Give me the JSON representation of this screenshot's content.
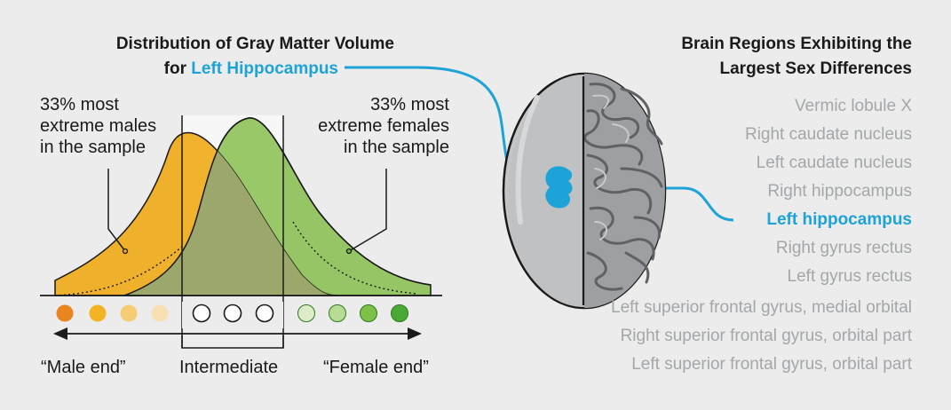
{
  "left_title": {
    "line1": "Distribution of Gray Matter Volume",
    "line2_prefix": "for ",
    "line2_highlight": "Left Hippocampus"
  },
  "right_title": {
    "line1": "Brain Regions Exhibiting the",
    "line2": "Largest Sex Differences"
  },
  "annotations": {
    "males": [
      "33% most",
      "extreme males",
      "in the sample"
    ],
    "females": [
      "33% most",
      "extreme females",
      "in the sample"
    ]
  },
  "axis_labels": {
    "male_end": "“Male end”",
    "intermediate": "Intermediate",
    "female_end": "“Female end”"
  },
  "regions": [
    "Vermic lobule X",
    "Right caudate nucleus",
    "Left caudate nucleus",
    "Right hippocampus",
    "Left hippocampus",
    "Right gyrus rectus",
    "Left gyrus rectus",
    "Left superior frontal gyrus, medial orbital",
    "Right superior frontal gyrus, orbital part",
    "Left superior frontal gyrus, orbital part"
  ],
  "highlighted_region": "Left hippocampus",
  "dots": [
    {
      "group": "male",
      "color": "#e8851e"
    },
    {
      "group": "male",
      "color": "#f2b424"
    },
    {
      "group": "male",
      "color": "#f6cd74"
    },
    {
      "group": "male",
      "color": "#f9e0b4"
    },
    {
      "group": "intermediate",
      "color": "#ffffff"
    },
    {
      "group": "intermediate",
      "color": "#ffffff"
    },
    {
      "group": "intermediate",
      "color": "#ffffff"
    },
    {
      "group": "female",
      "color": "#dcebc8"
    },
    {
      "group": "female",
      "color": "#b9dc94"
    },
    {
      "group": "female",
      "color": "#7dc148"
    },
    {
      "group": "female",
      "color": "#4aa834"
    }
  ],
  "colors": {
    "accent_blue": "#1ea3d8",
    "male_orange": "#f0aa16",
    "female_green": "#7ab83a",
    "overlap": "#9ca76b",
    "region_gray": "#a4a7aa"
  }
}
